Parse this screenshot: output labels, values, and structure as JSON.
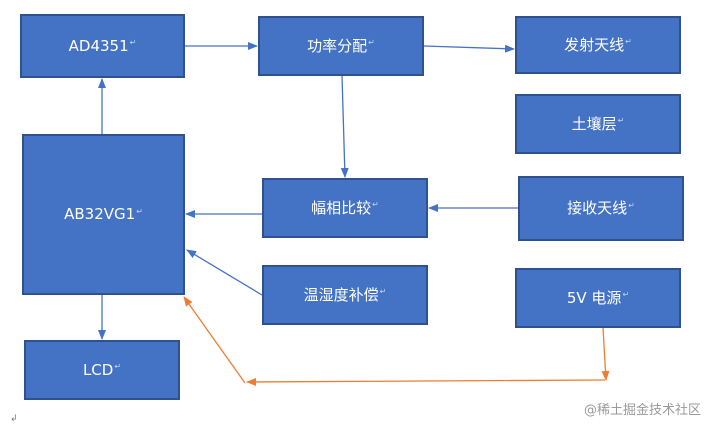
{
  "diagram": {
    "nodes": {
      "ad4351": "AD4351",
      "power_split": "功率分配",
      "tx_antenna": "发射天线",
      "soil": "土壤层",
      "mcu": "AB32VG1",
      "amp_phase": "幅相比较",
      "rx_antenna": "接收天线",
      "temp_comp": "温湿度补偿",
      "power_5v": "5V 电源",
      "lcd": "LCD"
    },
    "edges": [
      {
        "from": "ad4351",
        "to": "power_split"
      },
      {
        "from": "power_split",
        "to": "tx_antenna"
      },
      {
        "from": "power_split",
        "to": "amp_phase"
      },
      {
        "from": "rx_antenna",
        "to": "amp_phase"
      },
      {
        "from": "amp_phase",
        "to": "mcu"
      },
      {
        "from": "temp_comp",
        "to": "mcu"
      },
      {
        "from": "mcu",
        "to": "ad4351"
      },
      {
        "from": "mcu",
        "to": "lcd"
      },
      {
        "from": "power_5v",
        "to": "mcu",
        "color": "#ed7d31"
      }
    ],
    "paragraph_mark": "↵",
    "corner_mark": "↲"
  },
  "colors": {
    "box_fill": "#4472c4",
    "box_border": "#2f528f",
    "arrow_blue": "#4472c4",
    "arrow_orange": "#ed7d31"
  },
  "watermark": "@稀土掘金技术社区"
}
